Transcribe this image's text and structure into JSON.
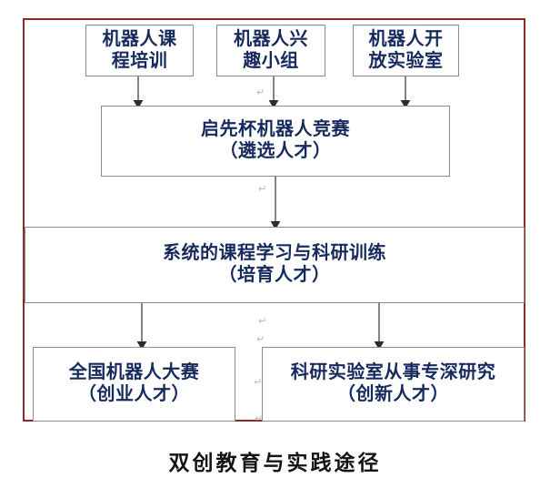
{
  "diagram": {
    "caption": "双创教育与实践途径",
    "frame_color": "#8e2b2b",
    "node_border_color": "#8c8c8c",
    "node_text_color": "#162a5e",
    "arrow_color": "#3a3a3a",
    "nodes": [
      {
        "id": "n1",
        "line1": "机器人课",
        "line2": "程培训"
      },
      {
        "id": "n2",
        "line1": "机器人兴",
        "line2": "趣小组"
      },
      {
        "id": "n3",
        "line1": "机器人开",
        "line2": "放实验室"
      },
      {
        "id": "n4",
        "line1": "启先杯机器人竞赛",
        "line2": "（遴选人才）"
      },
      {
        "id": "n5",
        "line1": "系统的课程学习与科研训练",
        "line2": "（培育人才）"
      },
      {
        "id": "n6",
        "line1": "全国机器人大赛",
        "line2": "（创业人才）"
      },
      {
        "id": "n7",
        "line1": "科研实验室从事专深研究",
        "line2": "（创新人才）"
      }
    ],
    "edges": [
      {
        "from": "n1",
        "to": "n4"
      },
      {
        "from": "n2",
        "to": "n4"
      },
      {
        "from": "n3",
        "to": "n4"
      },
      {
        "from": "n4",
        "to": "n5"
      },
      {
        "from": "n5",
        "to": "n6"
      },
      {
        "from": "n5",
        "to": "n7"
      }
    ],
    "marks": [
      {
        "glyph": "↵"
      },
      {
        "glyph": "↵"
      },
      {
        "glyph": "↵"
      },
      {
        "glyph": "↵"
      },
      {
        "glyph": "↵"
      },
      {
        "glyph": "↵"
      }
    ]
  }
}
